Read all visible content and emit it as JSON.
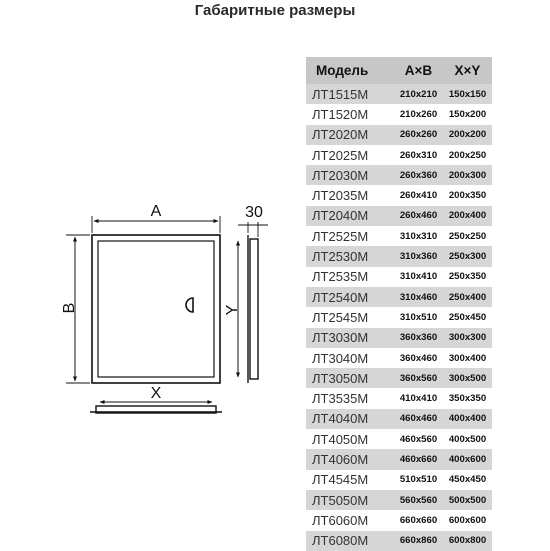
{
  "title": "Габаритные размеры",
  "drawing": {
    "label_a": "A",
    "label_b": "B",
    "label_x": "X",
    "label_y": "Y",
    "label_depth": "30"
  },
  "table": {
    "headers": {
      "model": "Модель",
      "ab": "A×B",
      "xy": "X×Y"
    },
    "rows": [
      {
        "model": "ЛТ1515М",
        "ab": "210x210",
        "xy": "150x150"
      },
      {
        "model": "ЛТ1520М",
        "ab": "210x260",
        "xy": "150x200"
      },
      {
        "model": "ЛТ2020М",
        "ab": "260x260",
        "xy": "200x200"
      },
      {
        "model": "ЛТ2025М",
        "ab": "260x310",
        "xy": "200x250"
      },
      {
        "model": "ЛТ2030М",
        "ab": "260x360",
        "xy": "200x300"
      },
      {
        "model": "ЛТ2035М",
        "ab": "260x410",
        "xy": "200x350"
      },
      {
        "model": "ЛТ2040М",
        "ab": "260x460",
        "xy": "200x400"
      },
      {
        "model": "ЛТ2525М",
        "ab": "310x310",
        "xy": "250x250"
      },
      {
        "model": "ЛТ2530М",
        "ab": "310x360",
        "xy": "250x300"
      },
      {
        "model": "ЛТ2535М",
        "ab": "310x410",
        "xy": "250x350"
      },
      {
        "model": "ЛТ2540М",
        "ab": "310x460",
        "xy": "250x400"
      },
      {
        "model": "ЛТ2545М",
        "ab": "310x510",
        "xy": "250x450"
      },
      {
        "model": "ЛТ3030М",
        "ab": "360x360",
        "xy": "300x300"
      },
      {
        "model": "ЛТ3040М",
        "ab": "360x460",
        "xy": "300x400"
      },
      {
        "model": "ЛТ3050М",
        "ab": "360x560",
        "xy": "300x500"
      },
      {
        "model": "ЛТ3535М",
        "ab": "410x410",
        "xy": "350x350"
      },
      {
        "model": "ЛТ4040М",
        "ab": "460x460",
        "xy": "400x400"
      },
      {
        "model": "ЛТ4050М",
        "ab": "460x560",
        "xy": "400x500"
      },
      {
        "model": "ЛТ4060М",
        "ab": "460x660",
        "xy": "400x600"
      },
      {
        "model": "ЛТ4545М",
        "ab": "510x510",
        "xy": "450x450"
      },
      {
        "model": "ЛТ5050М",
        "ab": "560x560",
        "xy": "500x500"
      },
      {
        "model": "ЛТ6060М",
        "ab": "660x660",
        "xy": "600x600"
      },
      {
        "model": "ЛТ6080М",
        "ab": "660x860",
        "xy": "600x800"
      }
    ]
  }
}
